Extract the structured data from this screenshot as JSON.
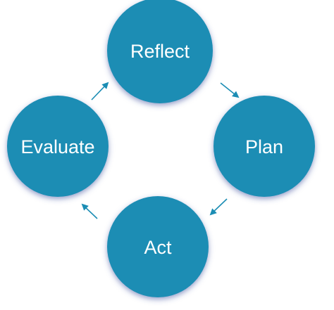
{
  "diagram": {
    "type": "cycle",
    "nodes": [
      {
        "id": "reflect",
        "label": "Reflect"
      },
      {
        "id": "plan",
        "label": "Plan"
      },
      {
        "id": "act",
        "label": "Act"
      },
      {
        "id": "evaluate",
        "label": "Evaluate"
      }
    ],
    "edges": [
      {
        "from": "reflect",
        "to": "plan"
      },
      {
        "from": "plan",
        "to": "act"
      },
      {
        "from": "act",
        "to": "evaluate"
      },
      {
        "from": "evaluate",
        "to": "reflect"
      }
    ],
    "colors": {
      "node_fill": "#1b8db4",
      "node_glow": "#3d4f9e",
      "label": "#ffffff",
      "arrow": "#1b8db4"
    }
  }
}
